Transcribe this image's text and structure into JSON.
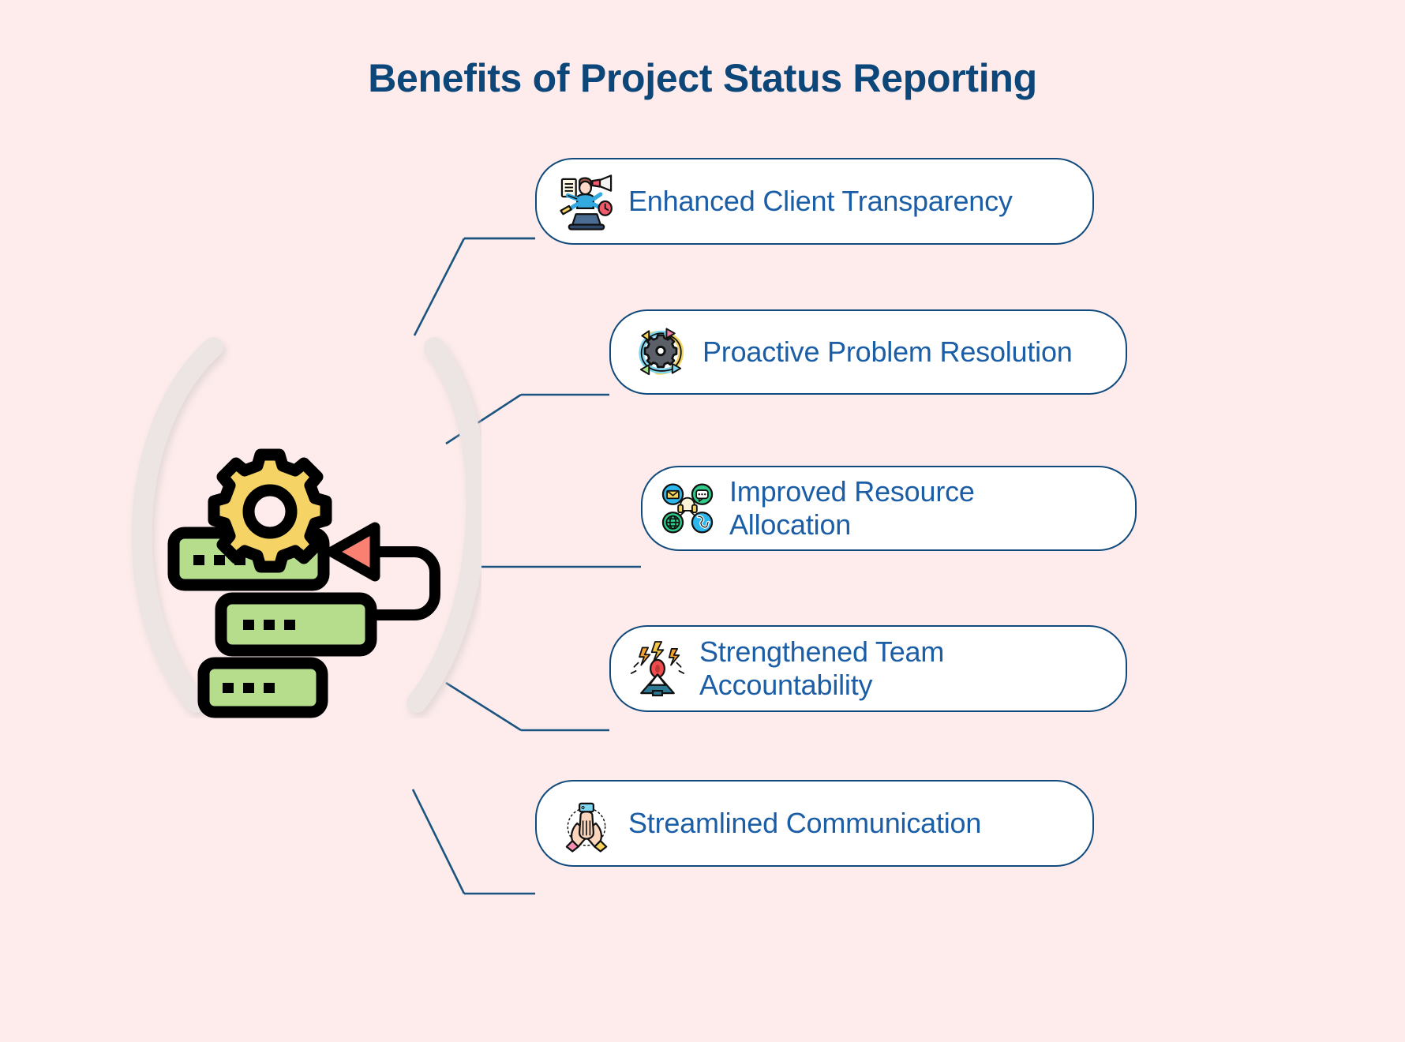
{
  "page": {
    "background_color": "#fdeceb",
    "title": "Benefits of Project Status Reporting",
    "title_color": "#0d4679"
  },
  "theme": {
    "card_border_color": "#114a7d",
    "card_background": "#ffffff",
    "card_text_color": "#1b5ea6",
    "connector_color": "#1b5480",
    "bracket_color": "#ece5e3",
    "illustration_green": "#b6dd8b",
    "illustration_yellow": "#f6d365",
    "illustration_coral": "#fa8072",
    "illustration_outline": "#000000"
  },
  "center": {
    "name": "project-status-illustration",
    "left_bracket": "left-curly-bracket",
    "right_bracket": "right-curly-bracket",
    "gear_icon": "gear-icon",
    "bars": [
      "task-bar-1",
      "task-bar-2",
      "task-bar-3"
    ],
    "loop_arrow": "feedback-loop-arrow"
  },
  "benefits": [
    {
      "id": "enhanced-client-transparency",
      "label": "Enhanced Client Transparency",
      "icon": "multitasking-person-megaphone-icon",
      "lines": [
        "Enhanced Client Transparency"
      ]
    },
    {
      "id": "proactive-problem-resolution",
      "label": "Proactive Problem Resolution",
      "icon": "cyclical-process-gear-icon",
      "lines": [
        "Proactive Problem Resolution"
      ]
    },
    {
      "id": "improved-resource-allocation",
      "label": "Improved Resource Allocation",
      "icon": "communication-channels-grid-icon",
      "lines": [
        "Improved Resource",
        "Allocation"
      ]
    },
    {
      "id": "strengthened-team-accountability",
      "label": "Strengthened Team Accountability",
      "icon": "stressed-person-alert-icon",
      "lines": [
        "Strengthened Team",
        "Accountability"
      ]
    },
    {
      "id": "streamlined-communication",
      "label": "Streamlined Communication",
      "icon": "teamwork-hands-stack-icon",
      "lines": [
        "Streamlined Communication"
      ]
    }
  ]
}
